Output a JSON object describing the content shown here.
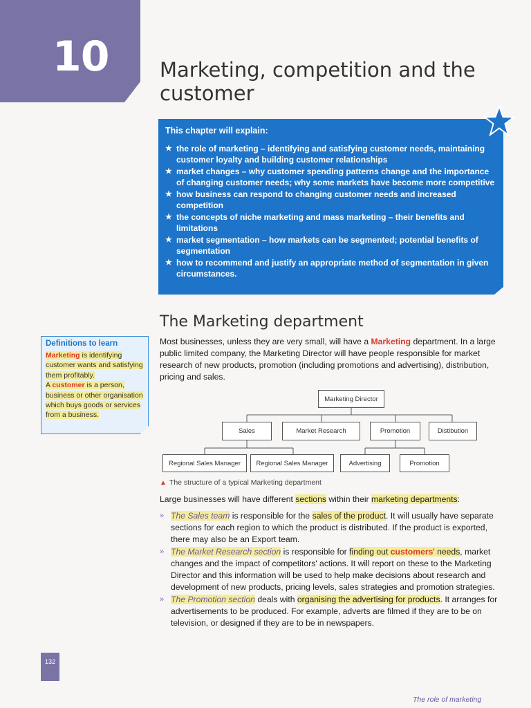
{
  "chapter": {
    "number": "10",
    "title": "Marketing, competition and the customer"
  },
  "explain_box": {
    "lead": "This chapter will explain:",
    "bullet_glyph": "★",
    "items": [
      "the role of marketing – identifying and satisfying customer needs, maintaining customer loyalty and building customer relationships",
      "market changes – why customer spending patterns change and the importance of changing customer needs; why some markets have become more competitive",
      "how business can respond to changing customer needs and increased competition",
      "the concepts of niche marketing and mass marketing – their benefits and limitations",
      "market segmentation – how markets can be segmented; potential benefits of segmentation",
      "how to recommend and justify an appropriate method of segmentation in given circumstances."
    ]
  },
  "section": {
    "heading": "The Marketing department"
  },
  "intro": {
    "part1": "Most businesses, unless they are very small, will have a ",
    "keyword": "Marketing",
    "part2": " department. In a large public limited company, the Marketing Director will have people responsible for market research of new products, promotion (including promotions and advertising), distribution, pricing and sales."
  },
  "definitions": {
    "title": "Definitions to learn",
    "term1": "Marketing",
    "def1": " is identifying customer wants and satisfying them profitably.",
    "def2_pre": "A ",
    "term2": "customer",
    "def2": " is a person, business or other organisation which buys goods or services from a business."
  },
  "org_chart": {
    "director": "Marketing Director",
    "level2": [
      "Sales",
      "Market Research",
      "Promotion",
      "Distibution"
    ],
    "level3": [
      "Regional Sales Manager",
      "Regional Sales Manager",
      "Advertising",
      "Promotion"
    ]
  },
  "caption": {
    "marker": "▲",
    "text": "The structure of a typical Marketing department"
  },
  "sections_lead": {
    "pre": "Large businesses will have different ",
    "hl1": "sections",
    "mid": " within their ",
    "hl2": "marketing departments",
    "post": ":"
  },
  "sections_list": {
    "arrow_glyph": "»",
    "sales": {
      "name": "The Sales team",
      "pre": " is responsible for the ",
      "hl": "sales of the product",
      "post": ". It will usually have separate sections for each region to which the product is distributed. If the product is exported, there may also be an Export team."
    },
    "research": {
      "name": "The Market Research section",
      "pre": " is responsible for ",
      "hl": "finding out ",
      "kw": "customers",
      "hl_post": "' needs",
      "post": ", market changes and the impact of competitors' actions. It will report on these to the Marketing Director and this information will be used to help make decisions about research and development of new products, pricing levels, sales strategies and promotion strategies."
    },
    "promotion": {
      "name": "The Promotion section",
      "pre": " deals with ",
      "hl": "organising the advertising for products",
      "post": ". It arranges for advertisements to be produced. For example, adverts are filmed if they are to be on television, or designed if they are to be in newspapers."
    }
  },
  "page": {
    "number": "132",
    "footer": "The role of marketing"
  }
}
